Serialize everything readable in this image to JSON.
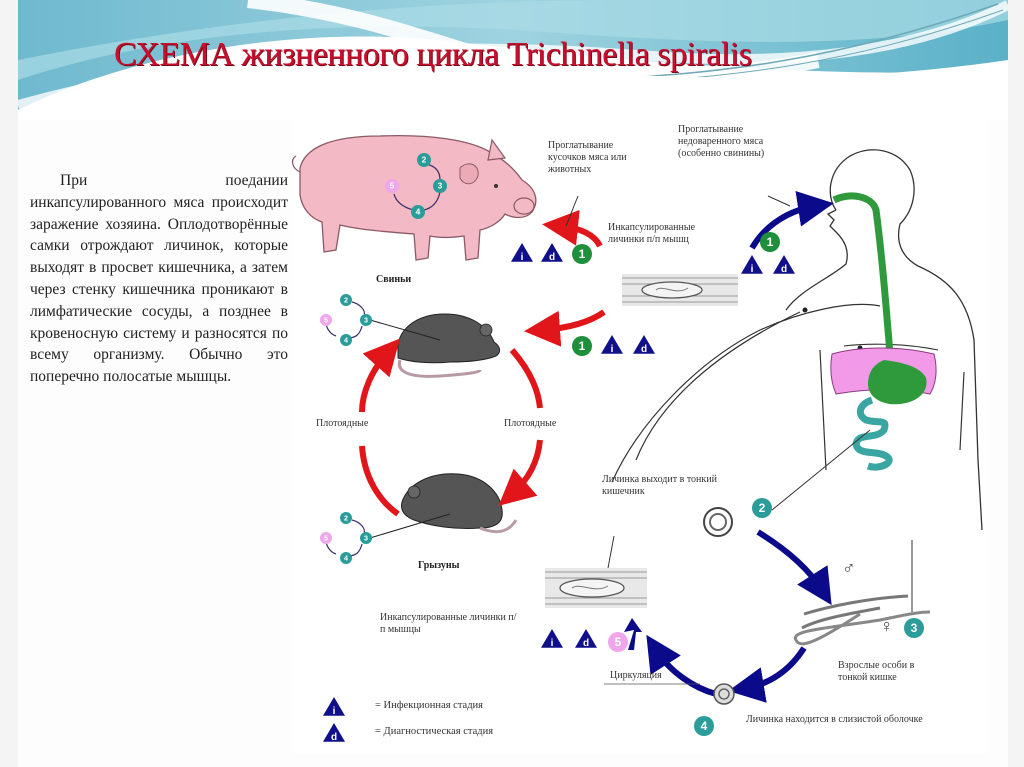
{
  "title": "СХЕМА жизненного цикла Trichinella spiralis",
  "description": "При поедании инкапсулированного мяса происходит заражение хозяина. Оплодотворённые самки отрождают личинок, которые выходят в просвет кишечника, а затем через стенку кишечника проникают в лимфатические сосуды, а позднее в кровеносную систему и разносятся по всему организму. Обычно это поперечно полосатые мышцы.",
  "hosts": {
    "pig": "Свиньи",
    "rodents": "Грызуны",
    "carnivores_left": "Плотоядные",
    "carnivores_right": "Плотоядные"
  },
  "annotations": {
    "swallow_meat_animals": "Проглатывание кусочков мяса или животных",
    "swallow_undercooked": "Проглатывание недоваренного мяса (особенно свинины)",
    "encapsulated_top": "Инкапсулированные личинки п/п мышц",
    "larva_small_intestine": "Личинка выходит в тонкий кишечник",
    "adults_small_intestine": "Взрослые особи в тонкой кишке",
    "larva_mucosa": "Личинка находится в слизистой оболочке",
    "circulation": "Циркуляция",
    "encapsulated_bottom": "Инкапсулированные личинки п/п мышцы"
  },
  "stages": {
    "s1": "1",
    "s2": "2",
    "s3": "3",
    "s4": "4",
    "s5": "5",
    "infective": "i",
    "diagnostic": "d"
  },
  "sex_symbols": {
    "male": "♂",
    "female": "♀"
  },
  "legend": {
    "infective": {
      "symbol": "i",
      "label": "= Инфекционная стадия"
    },
    "diagnostic": {
      "symbol": "d",
      "label": "= Диагностическая стадия"
    }
  },
  "colors": {
    "title": "#c8102e",
    "red_arrow": "#e0161b",
    "blue_arrow": "#0a0a8a",
    "triangle": "#10108a",
    "stage_green": "#1e8f3a",
    "stage_teal": "#2a9d9a",
    "stage_pink": "#f0a6ea",
    "pig": "#f3b9c4",
    "organ_green": "#2f9a3c",
    "organ_pink": "#f29ae8",
    "intestine": "#3aa6a2"
  }
}
